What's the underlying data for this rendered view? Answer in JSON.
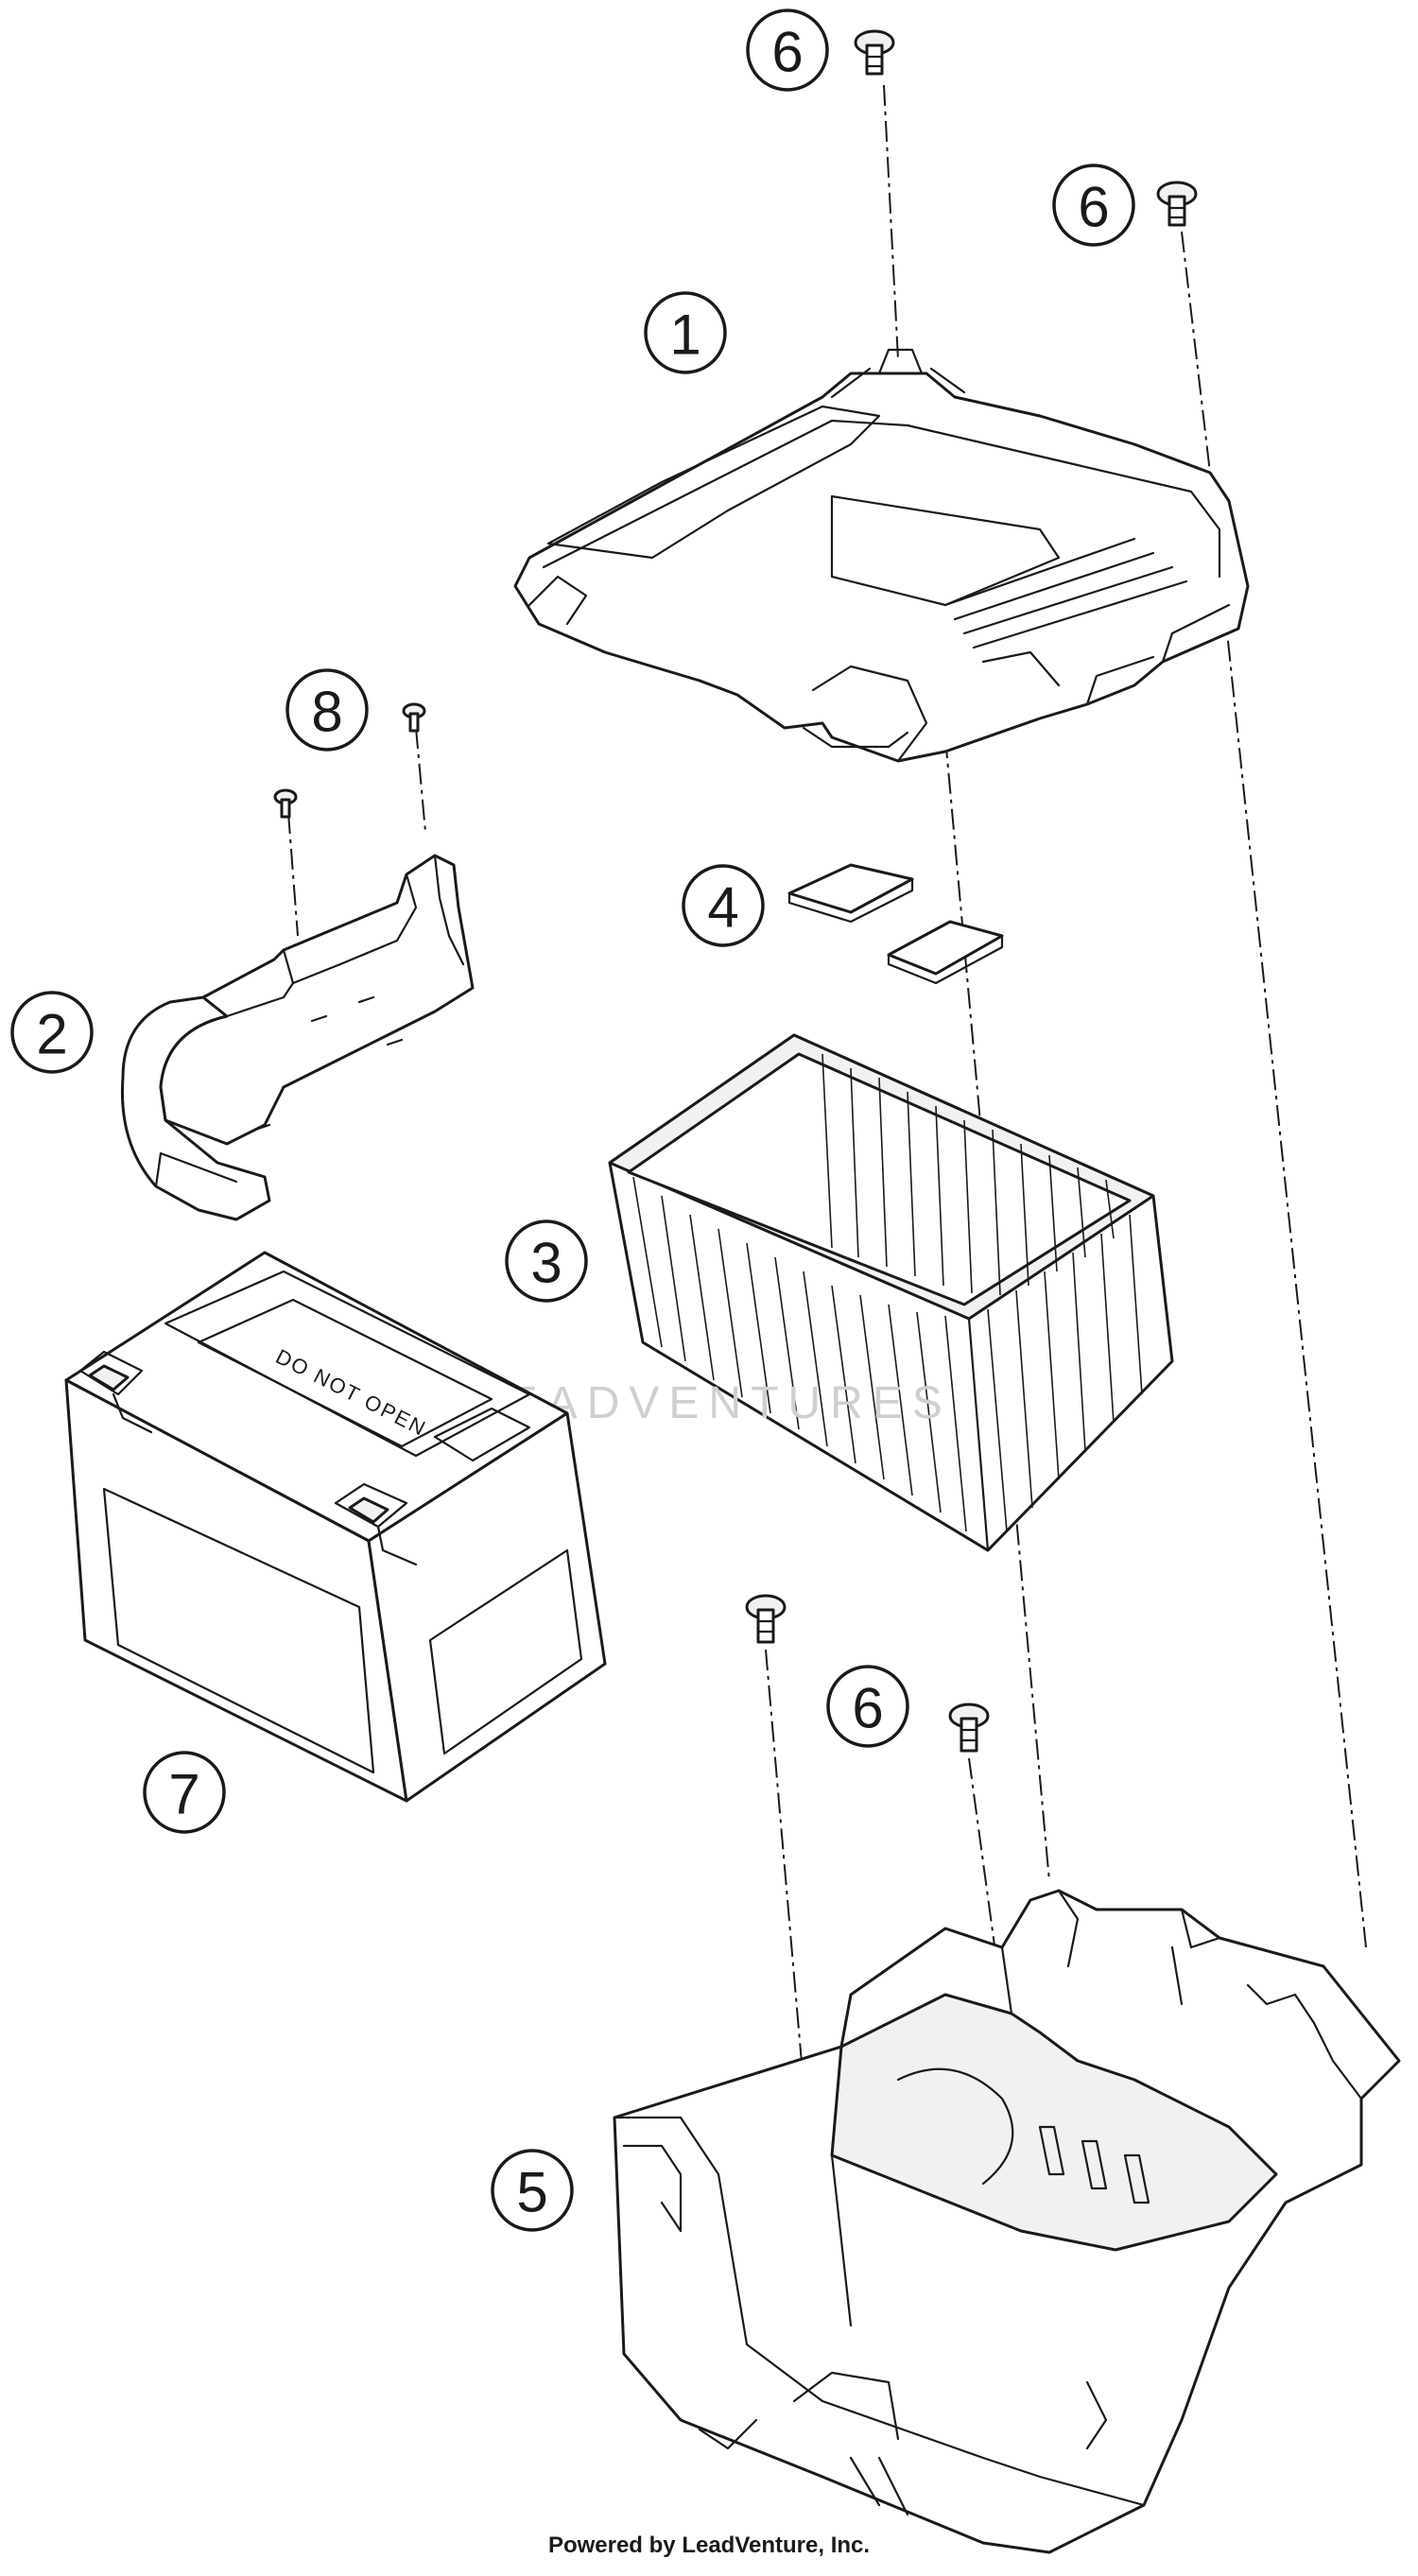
{
  "callouts": {
    "c1": "1",
    "c2": "2",
    "c3": "3",
    "c4": "4",
    "c5": "5",
    "c6a": "6",
    "c6b": "6",
    "c6c": "6",
    "c7": "7",
    "c8": "8"
  },
  "battery_label": "DO NOT OPEN",
  "watermark": "LEADVENTURES",
  "footer": "Powered by LeadVenture, Inc."
}
